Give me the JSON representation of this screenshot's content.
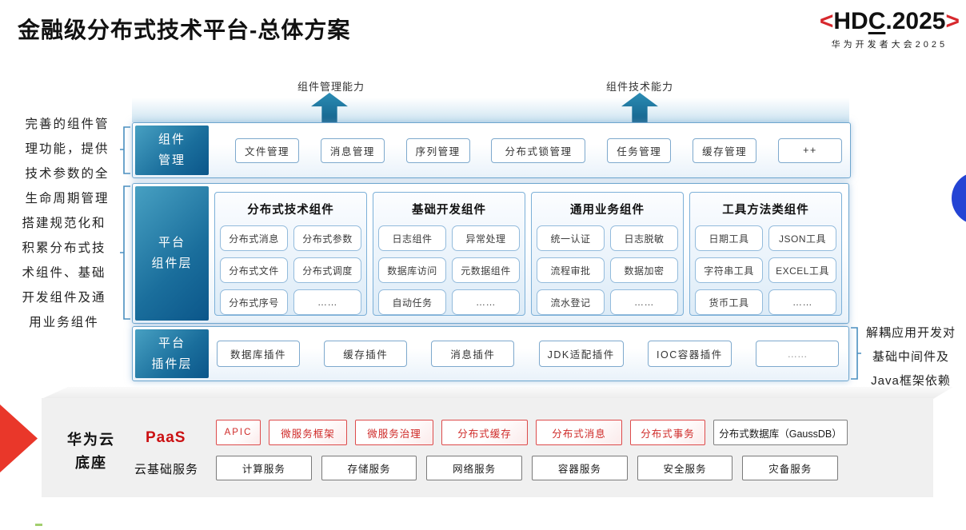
{
  "title": "金融级分布式技术平台-总体方案",
  "logo": {
    "left_angle": "<",
    "pre": "HD",
    "c": "C",
    "post": ".2025",
    "right_angle": ">",
    "subtitle": "华为开发者大会2025"
  },
  "arrows": {
    "left_label": "组件管理能力",
    "right_label": "组件技术能力"
  },
  "left_notes": {
    "note1": "完善的组件管理功能，提供技术参数的全生命周期管理",
    "note2": "搭建规范化和积累分布式技术组件、基础开发组件及通用业务组件"
  },
  "right_note": "解耦应用开发对基础中间件及Java框架依赖",
  "rows": {
    "component_mgmt": {
      "label_line1": "组件",
      "label_line2": "管理",
      "items": [
        "文件管理",
        "消息管理",
        "序列管理",
        "分布式锁管理",
        "任务管理",
        "缓存管理",
        "++"
      ]
    },
    "platform_components": {
      "label_line1": "平台",
      "label_line2": "组件层",
      "groups": [
        {
          "title": "分布式技术组件",
          "items": [
            "分布式消息",
            "分布式参数",
            "分布式文件",
            "分布式调度",
            "分布式序号",
            "……"
          ]
        },
        {
          "title": "基础开发组件",
          "items": [
            "日志组件",
            "异常处理",
            "数据库访问",
            "元数据组件",
            "自动任务",
            "……"
          ]
        },
        {
          "title": "通用业务组件",
          "items": [
            "统一认证",
            "日志脱敏",
            "流程审批",
            "数据加密",
            "流水登记",
            "……"
          ]
        },
        {
          "title": "工具方法类组件",
          "items": [
            "日期工具",
            "JSON工具",
            "字符串工具",
            "EXCEL工具",
            "货币工具",
            "……"
          ]
        }
      ]
    },
    "platform_plugins": {
      "label_line1": "平台",
      "label_line2": "插件层",
      "items": [
        "数据库插件",
        "缓存插件",
        "消息插件",
        "JDK适配插件",
        "IOC容器插件",
        "……"
      ]
    }
  },
  "foundation": {
    "label_line1": "华为云",
    "label_line2": "底座",
    "paas_label": "PaaS",
    "paas_items": [
      "APIC",
      "微服务框架",
      "微服务治理",
      "分布式缓存",
      "分布式消息",
      "分布式事务"
    ],
    "paas_item_neutral": "分布式数据库（GaussDB）",
    "cloud_label": "云基础服务",
    "cloud_items": [
      "计算服务",
      "存储服务",
      "网络服务",
      "容器服务",
      "安全服务",
      "灾备服务"
    ]
  },
  "colors": {
    "accent_red": "#d7282d",
    "teal_label": "#1a6e9c",
    "arrow_teal": "#1a7aa8",
    "blue_circle": "#2444d4",
    "slab_gray": "#f0f0f0"
  }
}
